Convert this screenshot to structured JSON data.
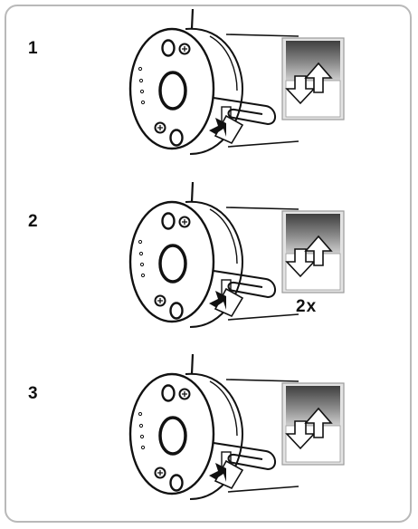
{
  "steps": [
    {
      "number": "1",
      "repeat": ""
    },
    {
      "number": "2",
      "repeat": "2x"
    },
    {
      "number": "3",
      "repeat": ""
    }
  ],
  "colors": {
    "frame": "#b9b9b9",
    "ink": "#111111",
    "panel_dark": "#555555",
    "panel_light": "#d4d4d4"
  },
  "icons": [
    "motor-head-icon",
    "paperclip-icon",
    "up-down-arrow-icon",
    "press-arrow-icon"
  ]
}
